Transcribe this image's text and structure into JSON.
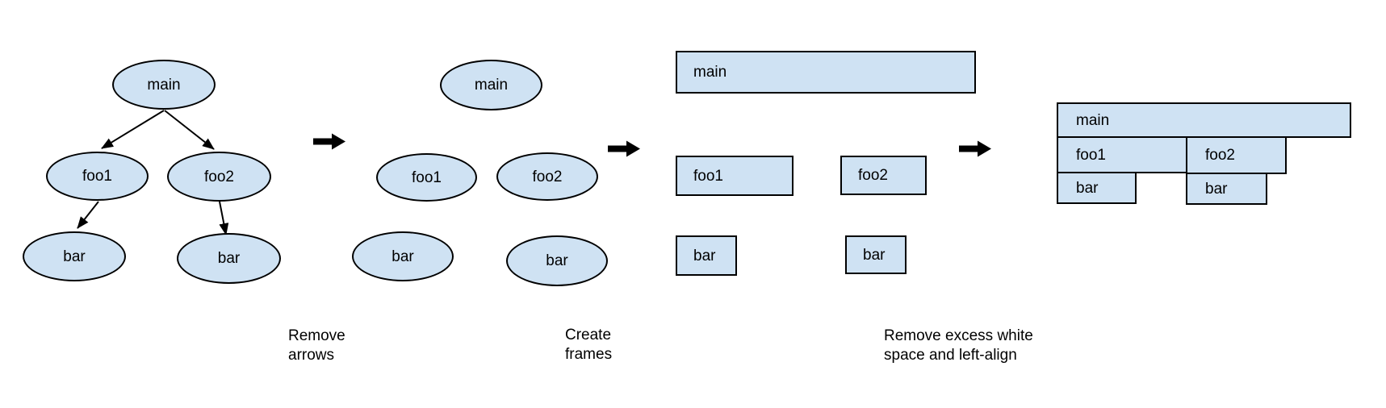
{
  "style": {
    "background": "#ffffff",
    "node_fill": "#cfe2f3",
    "node_stroke": "#000000",
    "arrow_color": "#000000",
    "text_color": "#000000"
  },
  "panel1_tree": {
    "main": "main",
    "foo1": "foo1",
    "foo2": "foo2",
    "bar_left": "bar",
    "bar_right": "bar"
  },
  "panel2_no_arrows": {
    "main": "main",
    "foo1": "foo1",
    "foo2": "foo2",
    "bar_left": "bar",
    "bar_right": "bar"
  },
  "panel3_frames": {
    "main": "main",
    "foo1": "foo1",
    "foo2": "foo2",
    "bar_left": "bar",
    "bar_right": "bar"
  },
  "panel4_flame_graph": {
    "main": "main",
    "foo1": "foo1",
    "foo2": "foo2",
    "bar_left": "bar",
    "bar_right": "bar"
  },
  "captions": {
    "step1": "Remove arrows",
    "step2": "Create frames",
    "step3": "Remove excess white space and left-align"
  }
}
